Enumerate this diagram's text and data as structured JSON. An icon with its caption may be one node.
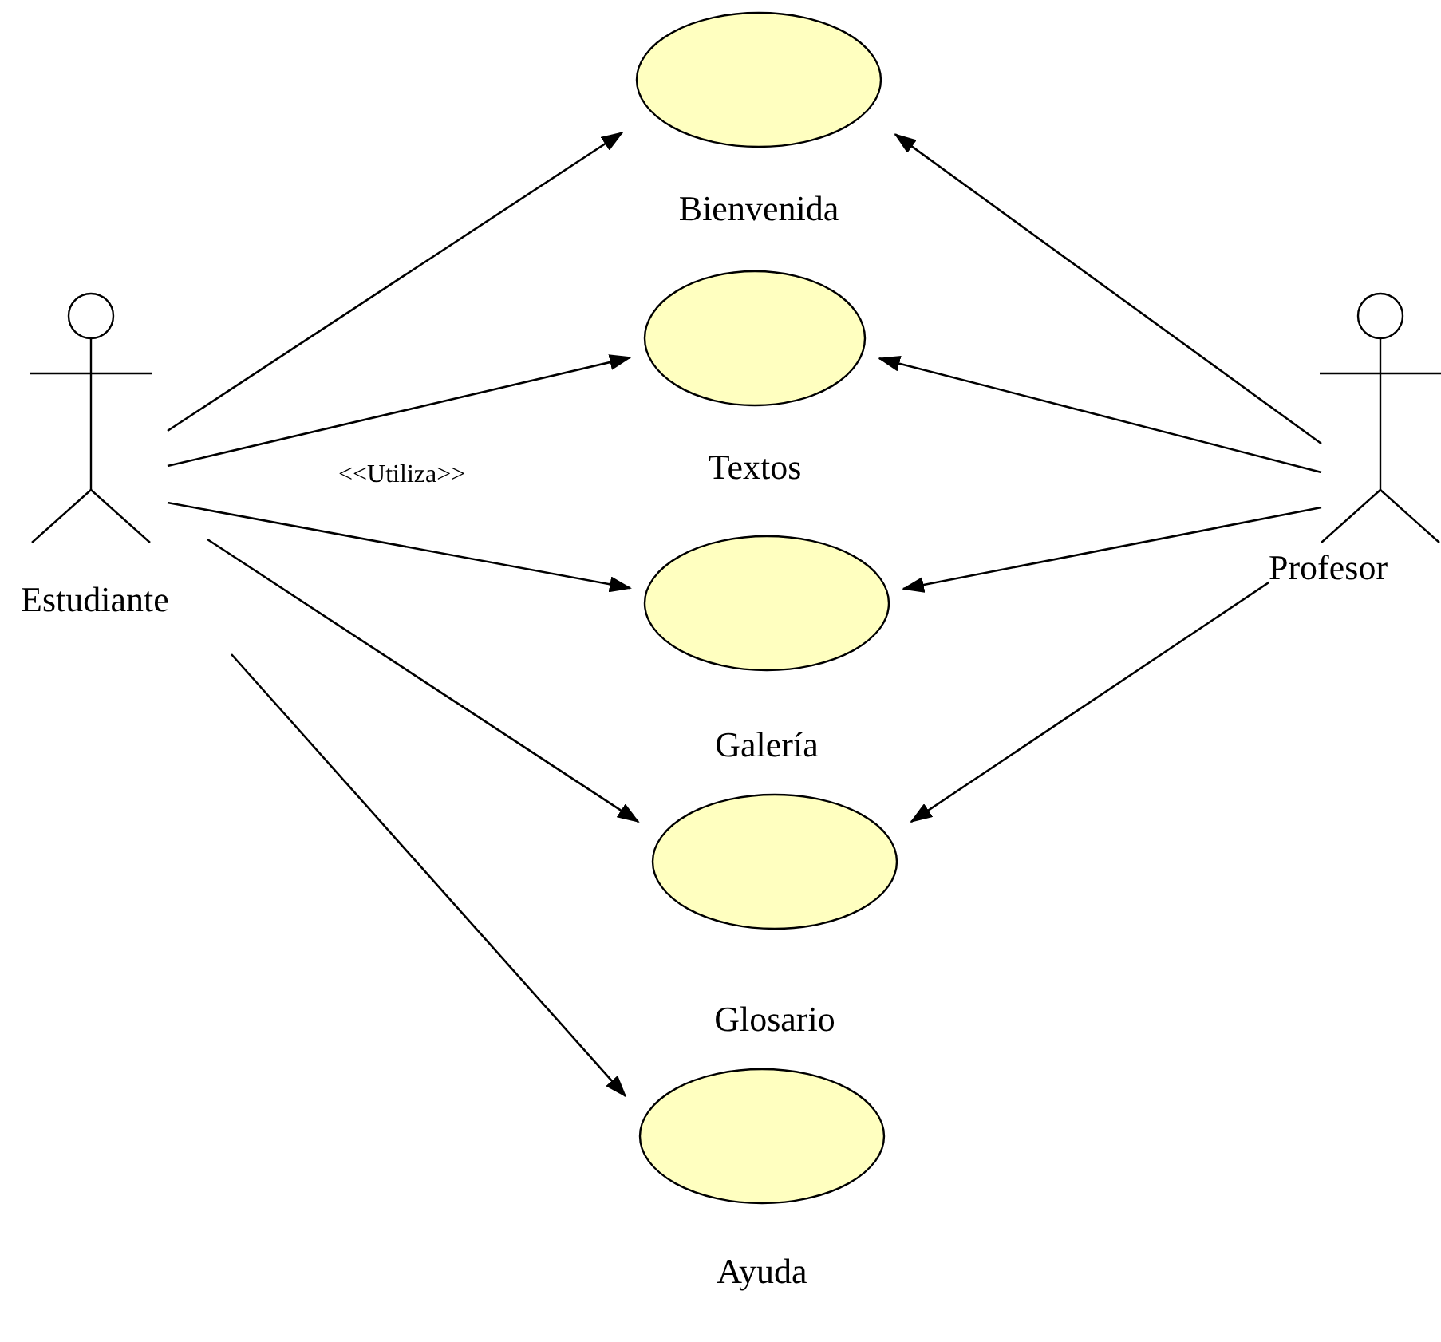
{
  "diagram": {
    "nodes": [
      {
        "text": [
          "Estudiante"
        ]
      },
      {
        "text": [
          "Profesor"
        ]
      },
      {
        "text": [
          "Bienvenida"
        ]
      },
      {
        "text": [
          "Textos"
        ]
      },
      {
        "text": [
          "Galería"
        ]
      },
      {
        "text": [
          "Glosario"
        ]
      },
      {
        "text": [
          "Ayuda"
        ]
      }
    ],
    "edges": [
      {
        "from": 0,
        "to": 2,
        "arrow": "to"
      },
      {
        "from": 0,
        "to": 3,
        "arrow": "to",
        "label": "<<Utiliza>>"
      },
      {
        "from": 0,
        "to": 4,
        "arrow": "to"
      },
      {
        "from": 0,
        "to": 5,
        "arrow": "to"
      },
      {
        "from": 0,
        "to": 6,
        "arrow": "to"
      },
      {
        "from": 1,
        "to": 2,
        "arrow": "to"
      },
      {
        "from": 1,
        "to": 3,
        "arrow": "to"
      },
      {
        "from": 1,
        "to": 4,
        "arrow": "to"
      },
      {
        "from": 1,
        "to": 5,
        "arrow": "to"
      }
    ]
  }
}
